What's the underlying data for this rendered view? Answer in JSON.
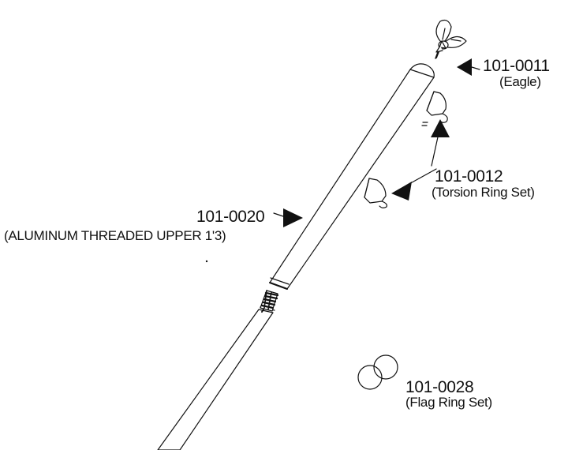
{
  "callouts": {
    "eagle": {
      "part_number": "101-0011",
      "description": "(Eagle)"
    },
    "torsion_ring_set": {
      "part_number": "101-0012",
      "description": "(Torsion Ring Set)"
    },
    "upper_pole": {
      "part_number": "101-0020",
      "description": "(ALUMINUM THREADED UPPER 1'3)"
    },
    "flag_ring_set": {
      "part_number": "101-0028",
      "description": "(Flag Ring Set)"
    }
  },
  "colors": {
    "line": "#111111",
    "background": "#ffffff"
  }
}
